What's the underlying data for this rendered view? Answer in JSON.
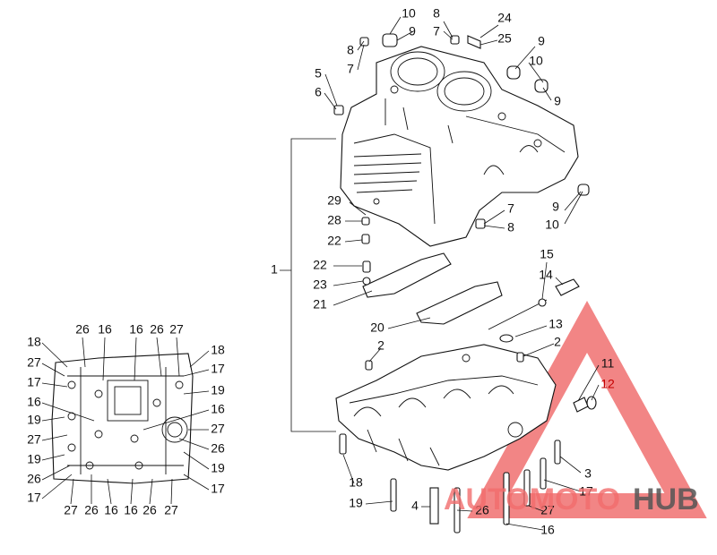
{
  "callouts": {
    "c1": "1",
    "c2a": "2",
    "c2b": "2",
    "c3": "3",
    "c4": "4",
    "c5": "5",
    "c6": "6",
    "c7a": "7",
    "c7b": "7",
    "c7c": "7",
    "c8a": "8",
    "c8b": "8",
    "c8c": "8",
    "c9a": "9",
    "c9b": "9",
    "c9c": "9",
    "c9d": "9",
    "c10a": "10",
    "c10b": "10",
    "c10c": "10",
    "c11": "11",
    "c12": "12",
    "c13": "13",
    "c14": "14",
    "c15": "15",
    "c16a": "16",
    "c17a": "17",
    "c18a": "18",
    "c19a": "19",
    "c20": "20",
    "c21": "21",
    "c22a": "22",
    "c22b": "22",
    "c23": "23",
    "c24": "24",
    "c25": "25",
    "c26a": "26",
    "c27a": "27",
    "c28": "28",
    "c29": "29"
  },
  "inset_callouts": {
    "top": [
      "26",
      "16",
      "16",
      "26",
      "27"
    ],
    "left": [
      "18",
      "27",
      "17",
      "16",
      "19",
      "27",
      "19",
      "26",
      "17"
    ],
    "right": [
      "18",
      "17",
      "19",
      "16",
      "27",
      "26",
      "19",
      "17"
    ],
    "bottom": [
      "27",
      "26",
      "16",
      "16",
      "26",
      "27"
    ]
  },
  "watermark": {
    "left_text": "AUTOMOTO",
    "right_text": "HUB",
    "left_color": "#f26d6d",
    "right_color": "#555555",
    "triangle_color": "#f07070"
  }
}
